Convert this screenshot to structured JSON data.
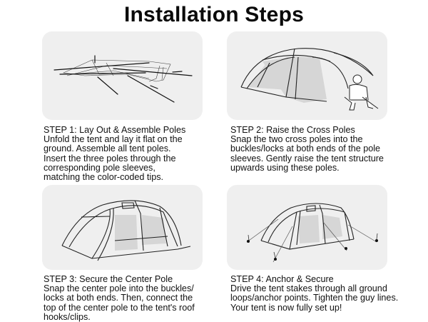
{
  "page": {
    "title": "Installation Steps"
  },
  "colors": {
    "panel_background": "#efefef",
    "line_art": "#222222",
    "mesh_fill": "#d4d4d4",
    "text": "#111111"
  },
  "steps": [
    {
      "heading": "STEP 1: Lay Out & Assemble Poles",
      "body": "Unfold the tent and lay it flat on the\nground. Assemble all tent poles.\nInsert the three poles through the\ncorresponding pole sleeves,\nmatching the color-coded tips.",
      "illustration": "tent-laid-flat-with-poles"
    },
    {
      "heading": "STEP 2: Raise the Cross Poles",
      "body": "Snap the two cross poles into the\nbuckles/locks at both ends of the pole\nsleeves. Gently raise the tent structure\nupwards using these poles.",
      "illustration": "tent-raised-person-kneeling"
    },
    {
      "heading": "STEP 3: Secure the Center Pole",
      "body": "Snap the center pole into the buckles/\nlocks at both ends. Then, connect the\ntop of the center pole to the tent's roof\nhooks/clips.",
      "illustration": "tent-standing-center-pole"
    },
    {
      "heading": "STEP 4: Anchor & Secure",
      "body": "Drive the tent stakes through all ground\nloops/anchor points. Tighten the guy lines.\nYour tent is now fully set up!",
      "illustration": "tent-staked-guy-lines"
    }
  ]
}
